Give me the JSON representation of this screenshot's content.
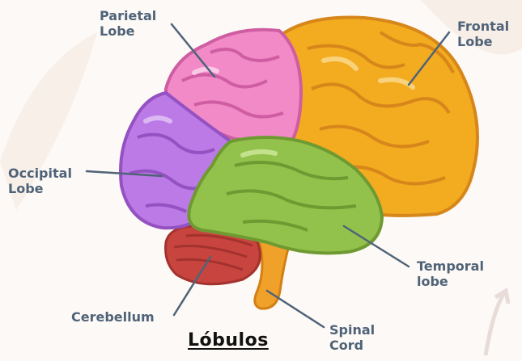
{
  "title": "Lóbulos",
  "labels": {
    "parietal": "Parietal\nLobe",
    "frontal": "Frontal\nLobe",
    "occipital": "Occipital\nLobe",
    "temporal": "Temporal\nlobe",
    "cerebellum": "Cerebellum",
    "spinal": "Spinal\nCord"
  },
  "colors": {
    "parietal": "#f28ac8",
    "frontal": "#f3ab1f",
    "occipital": "#bb7ae6",
    "temporal": "#93c24c",
    "cerebellum": "#c8443e",
    "spinal": "#f0a12a",
    "leader": "#4f6378"
  }
}
